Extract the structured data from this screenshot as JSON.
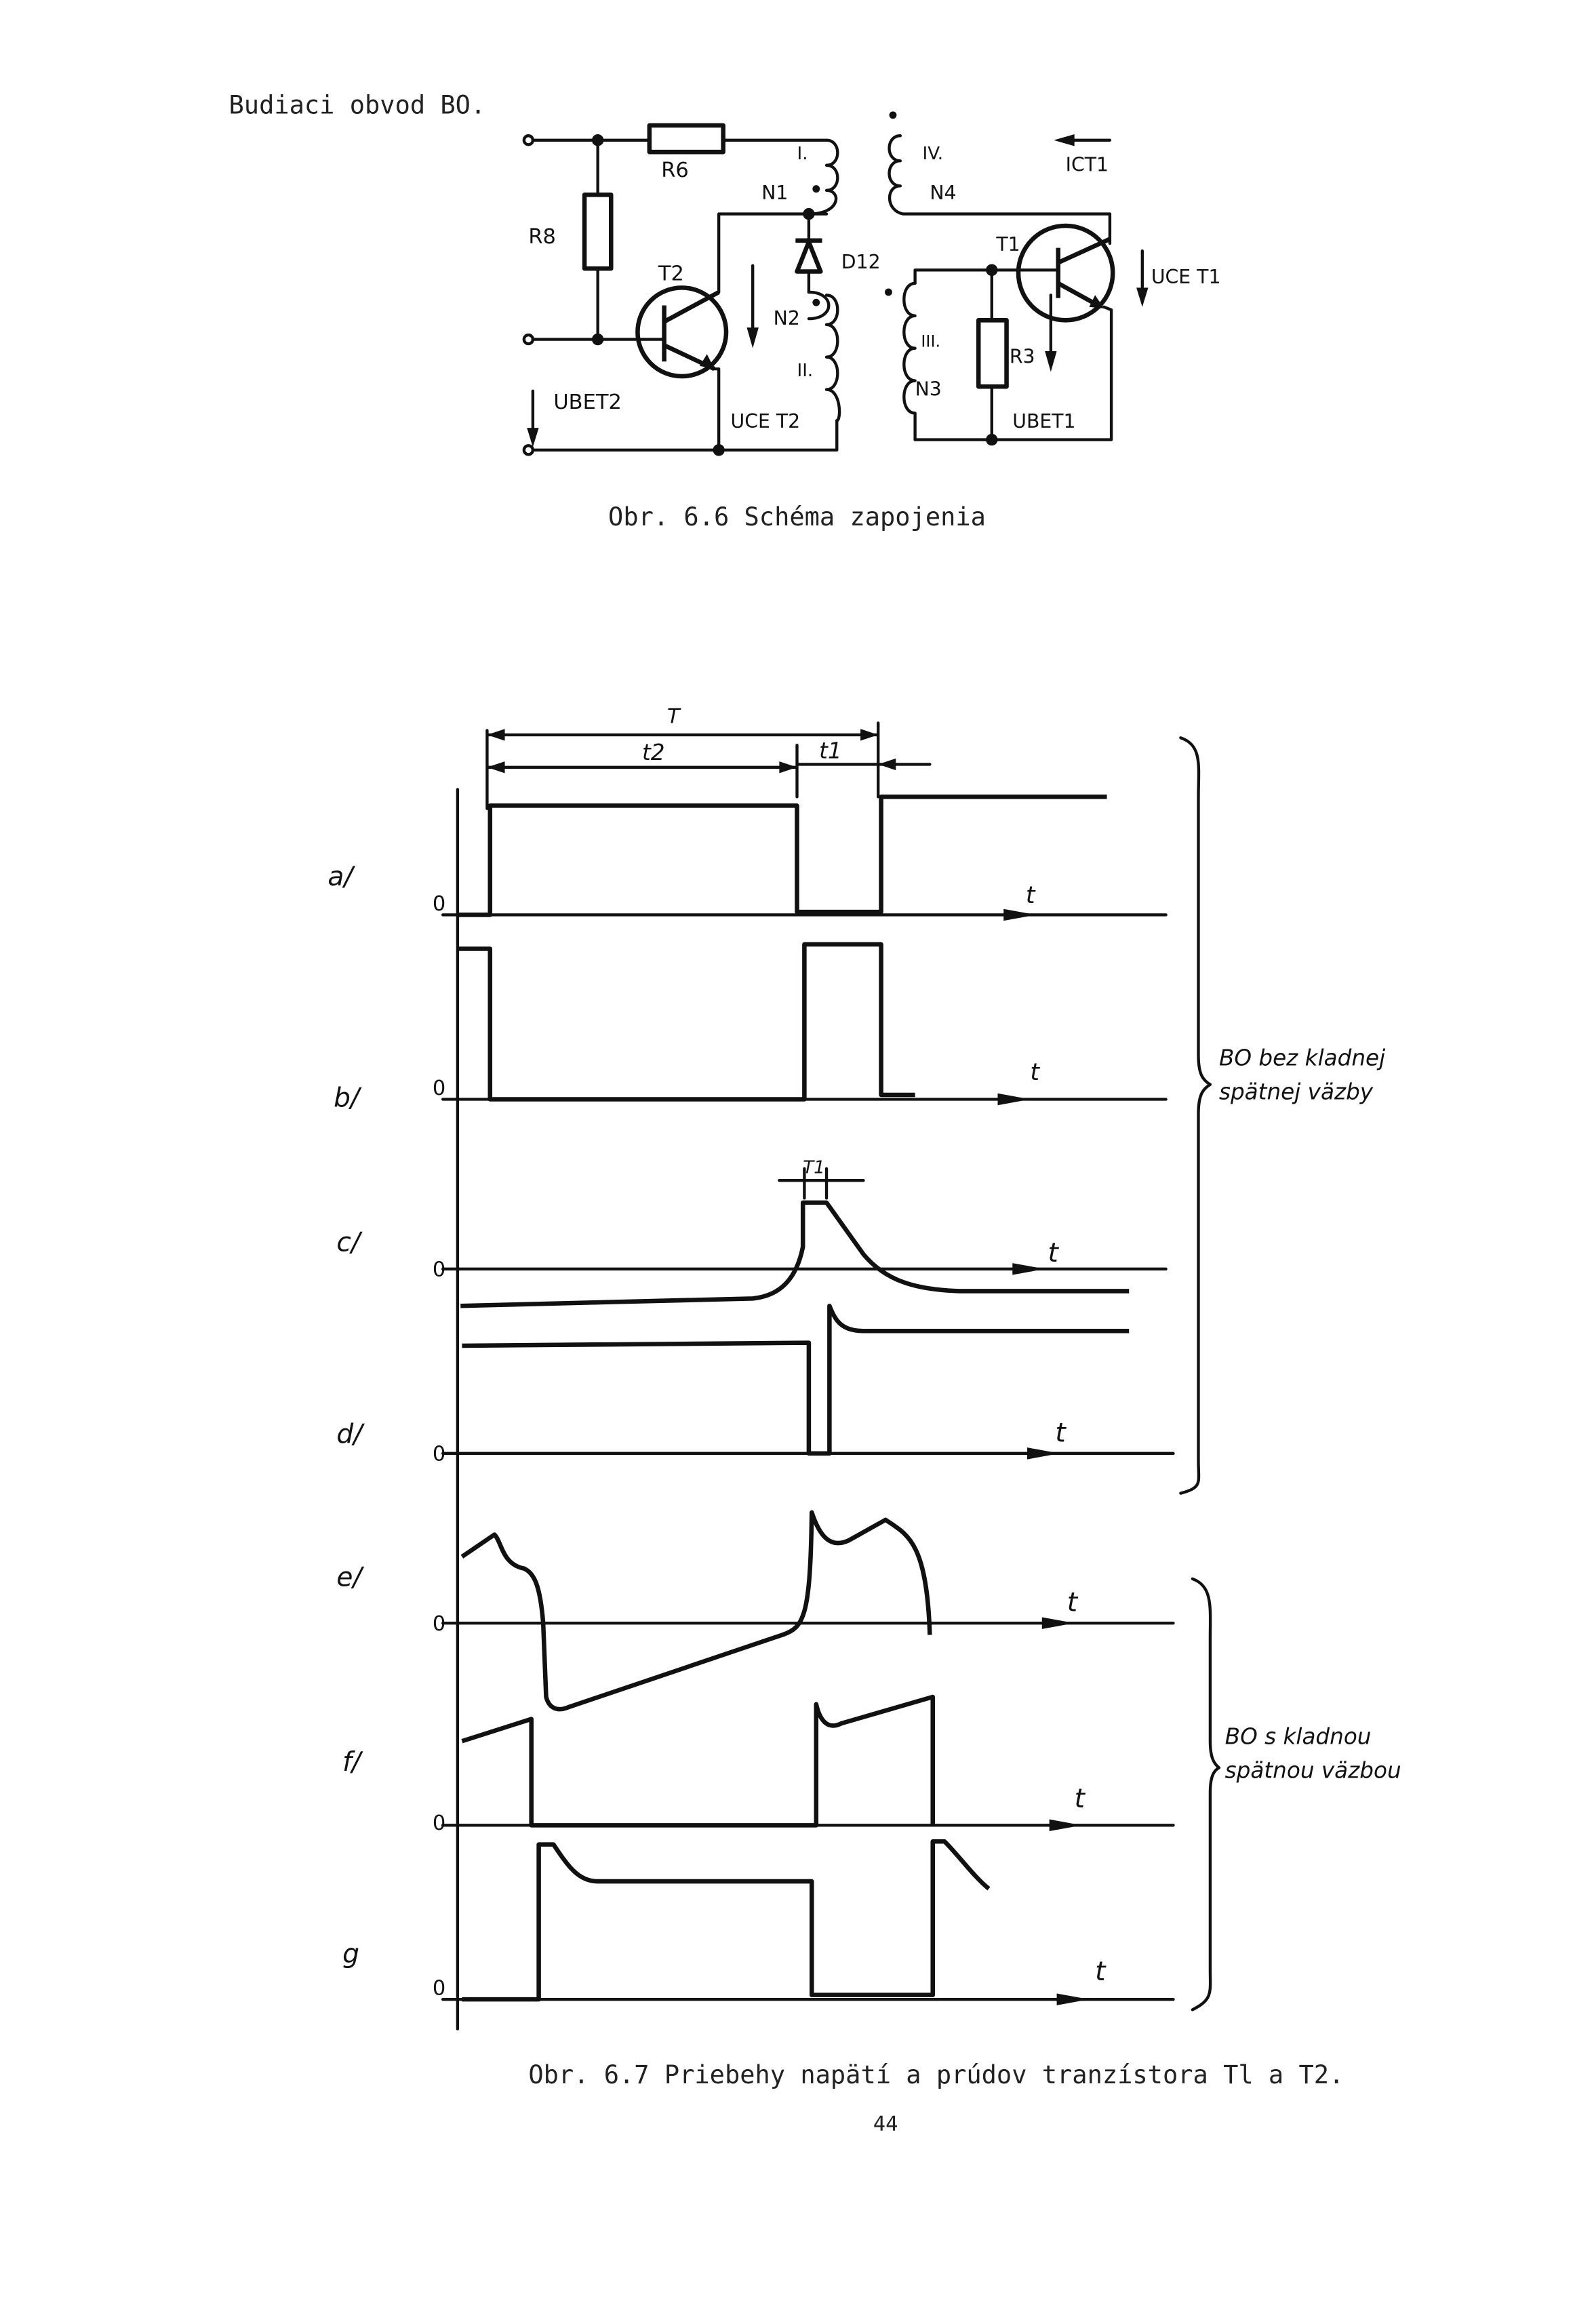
{
  "header": {
    "title": "Budiaci obvod BO."
  },
  "circuit": {
    "labels": {
      "r6": "R6",
      "r8": "R8",
      "t2": "T2",
      "n1": "N1",
      "w1": "I.",
      "d12": "D12",
      "n2": "N2",
      "w2": "II.",
      "uce_t2": "UCE T2",
      "ubet2": "UBET2",
      "w4": "IV.",
      "n4": "N4",
      "ict1": "ICT1",
      "t1": "T1",
      "uce_t1": "UCE T1",
      "w3": "III.",
      "n3": "N3",
      "r3": "R3",
      "ubet1": "UBET1"
    },
    "caption": "Obr. 6.6  Schéma zapojenia"
  },
  "waveforms": {
    "dims": {
      "T": "T",
      "t2": "t2",
      "t1": "t1",
      "T1": "T1"
    },
    "rows": [
      {
        "label": "a/",
        "zero": "0",
        "axis": "t"
      },
      {
        "label": "b/",
        "zero": "0",
        "axis": "t"
      },
      {
        "label": "c/",
        "zero": "0",
        "axis": "t"
      },
      {
        "label": "d/",
        "zero": "0",
        "axis": "t"
      },
      {
        "label": "e/",
        "zero": "0",
        "axis": "t"
      },
      {
        "label": "f/",
        "zero": "0",
        "axis": "t"
      },
      {
        "label": "g",
        "zero": "0",
        "axis": "t"
      }
    ],
    "groups": [
      {
        "line1": "BO bez kladnej",
        "line2": "spätnej väzby"
      },
      {
        "line1": "BO s kladnou",
        "line2": "spätnou väzbou"
      }
    ],
    "caption": "Obr. 6.7  Priebehy napätí a prúdov tranzístora Tl a T2."
  },
  "page_number": "44"
}
